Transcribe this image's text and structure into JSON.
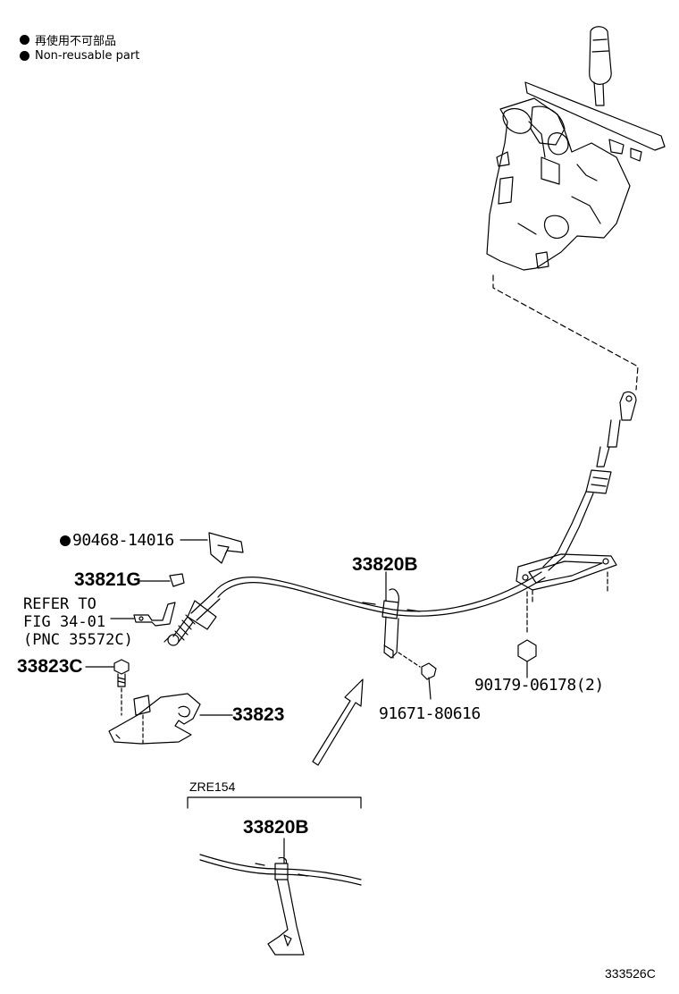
{
  "legend": {
    "items": [
      {
        "text": "再使用不可部品"
      },
      {
        "text": "Non-reusable part"
      }
    ]
  },
  "parts": {
    "p90468": "90468-14016",
    "p33821G": "33821G",
    "p33820B_main": "33820B",
    "p33823C": "33823C",
    "p33823": "33823",
    "p91671": "91671-80616",
    "p90179": "90179-06178(2)",
    "p33820B_sub": "33820B"
  },
  "refer": {
    "line1": "REFER TO",
    "line2": "FIG 34-01",
    "line3": "(PNC 35572C)"
  },
  "variant": {
    "label": "ZRE154"
  },
  "figure_id": "333526C"
}
